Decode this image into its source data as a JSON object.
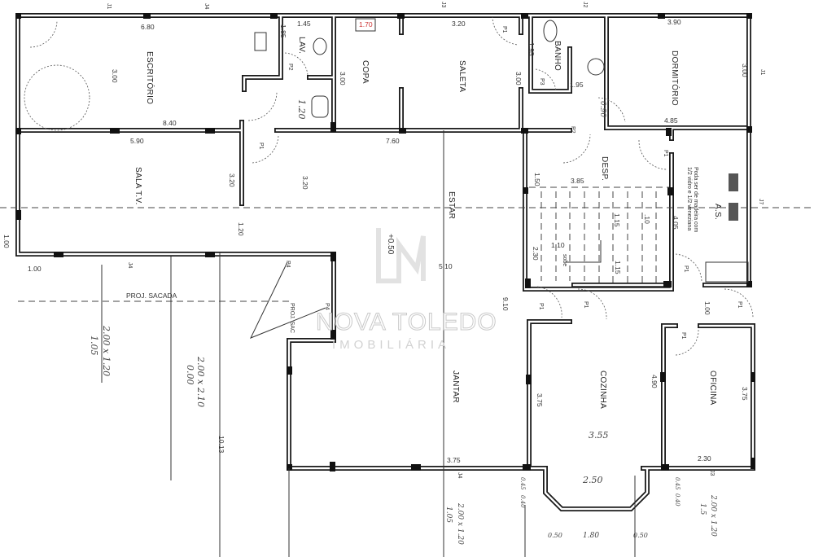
{
  "rooms": {
    "escritorio": "ESCRITÓRIO",
    "lav": "LAV.",
    "copa": "COPA",
    "saleta": "SALETA",
    "banho": "BANHO",
    "dormitorio": "DORMITÓRIO",
    "sala_tv": "SALA T.V.",
    "estar": "ESTAR",
    "desp": "DESP.",
    "as": "A.S.",
    "jantar": "JANTAR",
    "cozinha": "COZINHA",
    "oficina": "OFICINA"
  },
  "dims": [
    "6.80",
    "1.45",
    "1.85",
    "1.70",
    "3.20",
    "3.90",
    "3.00",
    "8.40",
    "3.00",
    "3.00",
    "1.95",
    "1.95",
    "3.00",
    "4.85",
    "5.90",
    "7.60",
    "3.20",
    "3.20",
    "1.20",
    "+0.50",
    "1.00",
    "1.00",
    "3.85",
    "1.50",
    "1.15",
    ".10",
    "4.05",
    "1.10",
    "2.30",
    "1.15",
    "5.10",
    "9.10",
    "1.00",
    "3.75",
    "4.90",
    "3.75",
    "2.30",
    "3.75",
    "10.13"
  ],
  "handwritten": [
    "1.20",
    "0.90",
    "3.55",
    "2.50",
    "0.50",
    "1.80",
    "0.50",
    "2.00 x 1.20",
    "1.05",
    "2.00 x 2.10",
    "0.00",
    "2.00 x 1.20",
    "1.05",
    "2.00 x 1.20",
    "1.5",
    "0.45",
    "0.40",
    "0.45",
    "0.40"
  ],
  "doors": [
    "P1",
    "P2",
    "P1",
    "P3",
    "P1",
    "P1",
    "P1",
    "P1",
    "P1",
    "P4",
    "P4",
    "P1",
    "P2"
  ],
  "windows": [
    "J1",
    "J4",
    "J3",
    "J2",
    "J1",
    "J7",
    "J4",
    "J4",
    "J3"
  ],
  "notes": {
    "proj_sacada": "PROJ. SACADA",
    "proj_sac": "PROJ. SAC",
    "sobe": "sobe",
    "as_note_1": "Poda ser de madeira com",
    "as_note_2": "1/2 vidro e 1/2 veneziana"
  },
  "watermark": {
    "name": "NOVA TOLEDO",
    "sub": "IMOBILIÁRIA"
  }
}
